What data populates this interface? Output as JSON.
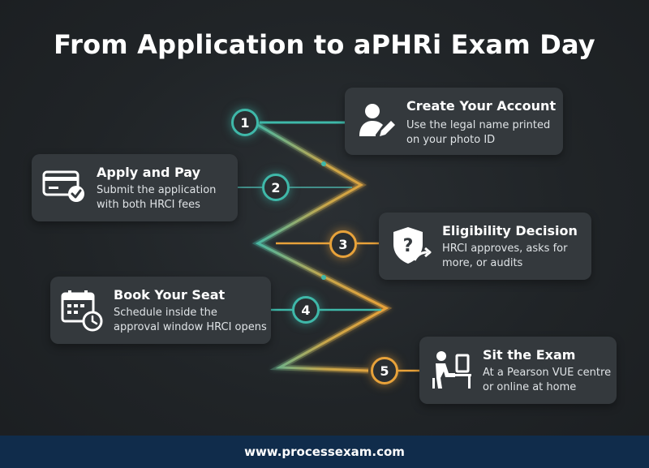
{
  "title": "From Application to aPHRi Exam Day",
  "colors": {
    "teal": "#3fb8a9",
    "amber": "#e8a23a",
    "card": "#34393d",
    "footer": "#102c4b"
  },
  "steps": [
    {
      "number": "1",
      "title": "Create Your Account",
      "desc_line1": "Use the legal name printed",
      "desc_line2": "on your photo ID",
      "icon": "user-edit-icon"
    },
    {
      "number": "2",
      "title": "Apply and Pay",
      "desc_line1": "Submit the application",
      "desc_line2": "with both HRCI fees",
      "icon": "credit-card-check-icon"
    },
    {
      "number": "3",
      "title": "Eligibility Decision",
      "desc_line1": "HRCI approves, asks for",
      "desc_line2": "more, or audits",
      "icon": "shield-question-icon"
    },
    {
      "number": "4",
      "title": "Book Your Seat",
      "desc_line1": "Schedule inside the",
      "desc_line2": "approval window HRCI opens",
      "icon": "calendar-clock-icon"
    },
    {
      "number": "5",
      "title": "Sit the Exam",
      "desc_line1": "At a Pearson VUE centre",
      "desc_line2": "or online at home",
      "icon": "person-at-computer-icon"
    }
  ],
  "footer": "www.processexam.com"
}
